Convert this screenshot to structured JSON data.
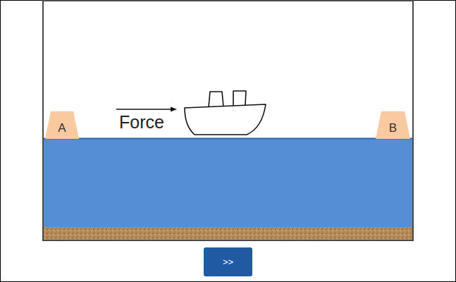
{
  "diagram": {
    "nodes": [
      {
        "text": [
          "A"
        ]
      },
      {
        "text": [
          "B"
        ]
      },
      {
        "text": [
          ">>"
        ]
      }
    ],
    "labels": [
      "Force"
    ]
  }
}
